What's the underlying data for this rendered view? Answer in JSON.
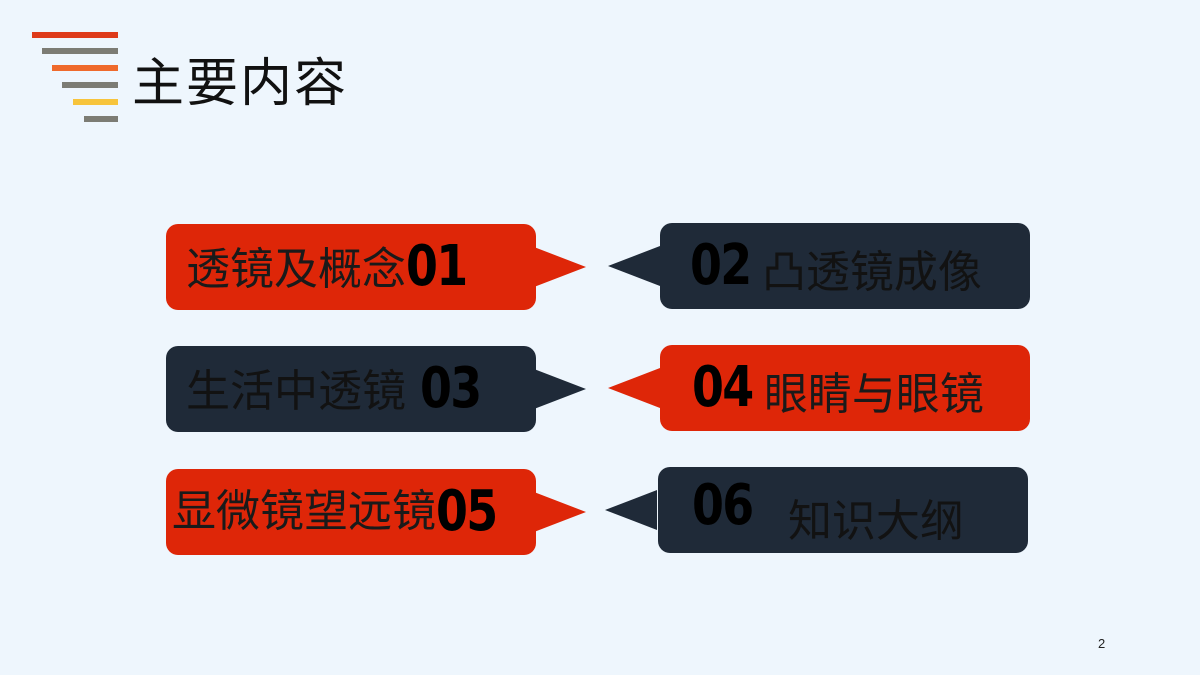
{
  "slide": {
    "title": "主要内容",
    "page_number": "2"
  },
  "colors": {
    "background": "#eef6fd",
    "red": "#de2608",
    "navy": "#1f2a38",
    "deco_red": "#de3a1a",
    "deco_gray": "#7c7c74",
    "deco_orange": "#ef6a2c",
    "deco_yellow": "#f7c43c"
  },
  "items": [
    {
      "number": "01",
      "label": "透镜及概念"
    },
    {
      "number": "02",
      "label": "凸透镜成像"
    },
    {
      "number": "03",
      "label": "生活中透镜"
    },
    {
      "number": "04",
      "label": "眼睛与眼镜"
    },
    {
      "number": "05",
      "label": "显微镜望远镜"
    },
    {
      "number": "06",
      "label": "知识大纲"
    }
  ]
}
